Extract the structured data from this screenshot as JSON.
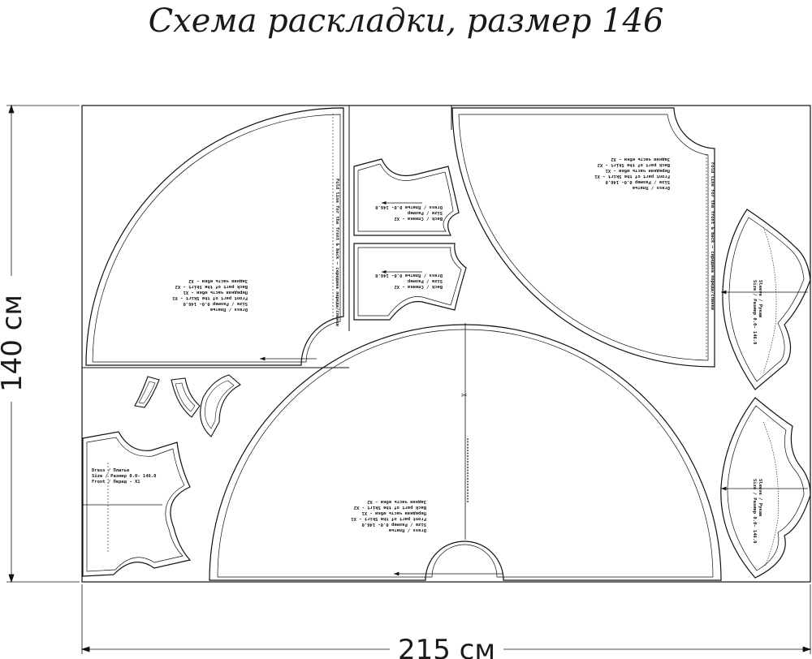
{
  "title": "Схема раскладки, размер 146",
  "dimensions": {
    "width_label": "215 см",
    "height_label": "140 см"
  },
  "labels": {
    "skirt_top_left": [
      "Dress / Платье",
      "Size / Размер   0.0- 146.0",
      "Front part of the Skirt - X1",
      "Передняя часть юбки - X1",
      "Back part of the Skirt - X2",
      "Задняя часть юбки - X2"
    ],
    "skirt_top_right": [
      "Dress / Платье",
      "Size / Размер   0.0- 146.0",
      "Front part of the Skirt - X1",
      "Передняя часть юбки - X1",
      "Back part of the Skirt - X2",
      "Задняя часть юбки - X2"
    ],
    "skirt_bottom": [
      "Dress / Платье",
      "Size / Размер   0.0- 146.0",
      "Front part of the Skirt - X1",
      "Передняя часть юбки - X1",
      "Back part of the Skirt - X2",
      "Задняя часть юбки - X2"
    ],
    "back_piece_1": [
      "Back / Спинка - X2",
      "Size / Размер",
      "Dress / Платье   0.0- 146.0"
    ],
    "back_piece_2": [
      "Back / Спинка - X2",
      "Size / Размер",
      "Dress / Платье   0.0- 146.0"
    ],
    "front_piece": [
      "Dress / Платье",
      "Size / Размер   0.0- 146.0",
      "Front / Перед - X1"
    ],
    "sleeve_1": [
      "Sleeve / Рукав",
      "Size / Размер   0.0- 146.0"
    ],
    "sleeve_2": [
      "Sleeve / Рукав",
      "Size / Размер   0.0- 146.0"
    ],
    "fold_note": "Fold line for the front & back — середина переда/спинки"
  }
}
